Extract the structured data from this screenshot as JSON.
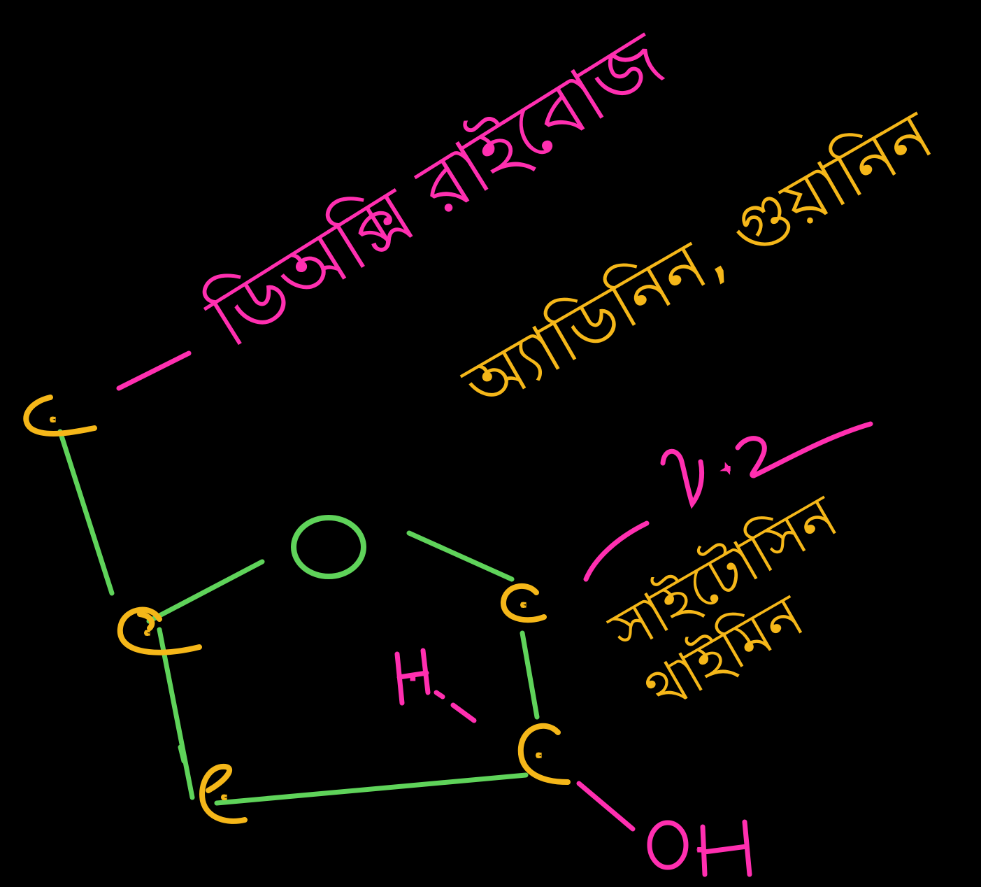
{
  "colors": {
    "background": "#000000",
    "ring_bond": "#5fd35a",
    "carbon": "#f5b719",
    "note_bengali": "#f5b719",
    "note_pink": "#ff2fb0"
  },
  "ring": {
    "oxygen_label": "O",
    "carbon_labels": [
      "C",
      "C",
      "C",
      "C"
    ],
    "side_carbon_label": "C",
    "hydrogen_label": "H",
    "hydroxyl_label": "OH"
  },
  "annotations": {
    "pink_top_text": "ডিঅক্সি রাইবোজ",
    "yellow_top_text": "অ্যাডিনিন, গুয়ানিন",
    "pink_n2_label": "N2",
    "yellow_bottom_line1": "সাইটোসিন",
    "yellow_bottom_line2": "থাইমিন"
  }
}
